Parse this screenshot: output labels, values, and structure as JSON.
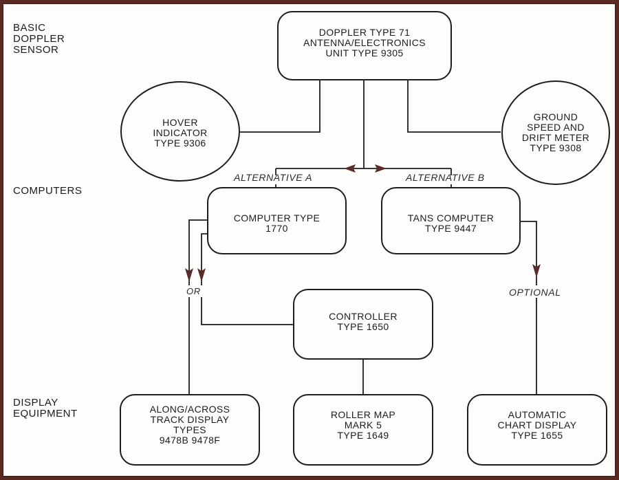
{
  "diagram": {
    "sections": {
      "sensor": "BASIC\nDOPPLER\nSENSOR",
      "computers": "COMPUTERS",
      "display": "DISPLAY\nEQUIPMENT"
    },
    "nodes": {
      "doppler_unit": "DOPPLER TYPE 71\nANTENNA/ELECTRONICS\nUNIT TYPE 9305",
      "hover_indicator": "HOVER\nINDICATOR\nTYPE 9306",
      "ground_speed_meter": "GROUND\nSPEED AND\nDRIFT METER\nTYPE 9308",
      "computer_1770": "COMPUTER TYPE\n1770",
      "tans_computer": "TANS COMPUTER\nTYPE 9447",
      "controller": "CONTROLLER\nTYPE 1650",
      "along_across_display": "ALONG/ACROSS\nTRACK DISPLAY\nTYPES\n9478B 9478F",
      "roller_map": "ROLLER MAP\nMARK 5\nTYPE 1649",
      "chart_display": "AUTOMATIC\nCHART DISPLAY\nTYPE 1655"
    },
    "labels": {
      "alt_a": "ALTERNATIVE A",
      "alt_b": "ALTERNATIVE B",
      "or": "OR",
      "optional": "OPTIONAL"
    },
    "edges": [
      {
        "from": "doppler_unit",
        "to": "hover_indicator"
      },
      {
        "from": "doppler_unit",
        "to": "ground_speed_meter"
      },
      {
        "from": "doppler_unit",
        "to": "computer_1770",
        "label": "ALTERNATIVE A",
        "arrow": true
      },
      {
        "from": "doppler_unit",
        "to": "tans_computer",
        "label": "ALTERNATIVE B",
        "arrow": true
      },
      {
        "from": "computer_1770",
        "to": "along_across_display",
        "label": "OR",
        "arrow": true
      },
      {
        "from": "computer_1770",
        "to": "controller",
        "label": "OR",
        "arrow": true
      },
      {
        "from": "controller",
        "to": "roller_map"
      },
      {
        "from": "tans_computer",
        "to": "chart_display",
        "label": "OPTIONAL",
        "arrow": true
      }
    ],
    "colors": {
      "frame": "#5a2a22",
      "line": "#1c1c1c",
      "arrow": "#5b2b2b",
      "paper": "#fdfdfb"
    }
  }
}
